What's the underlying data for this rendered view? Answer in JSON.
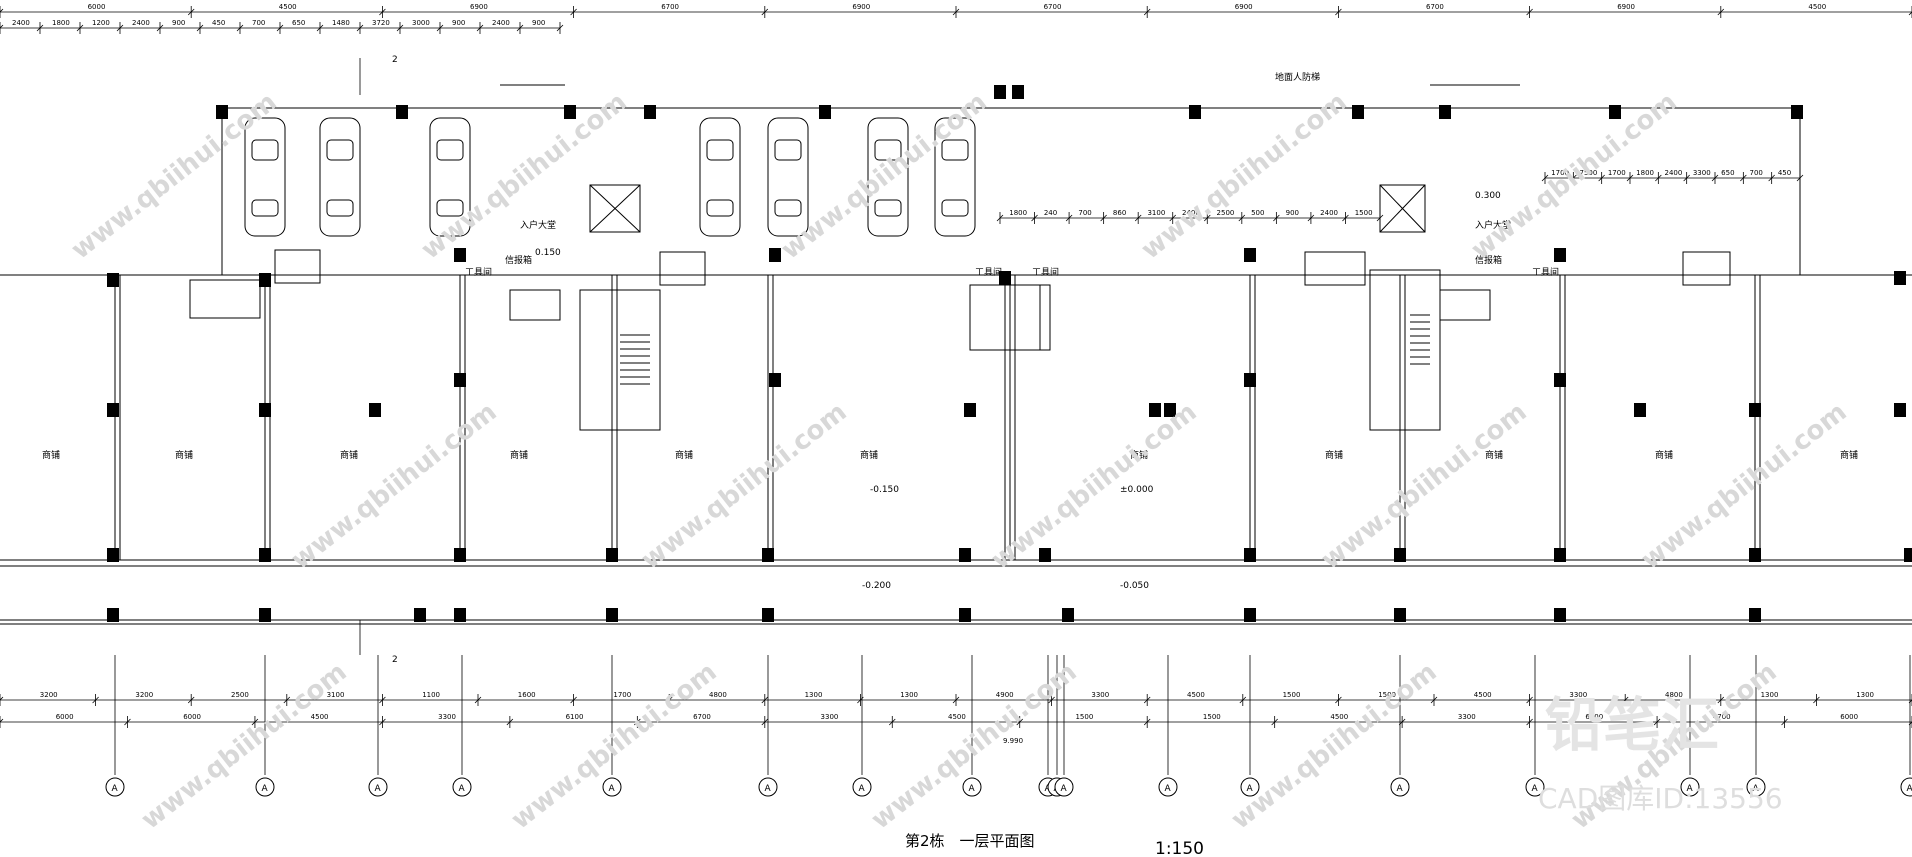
{
  "drawing": {
    "title": "第2栋　一层平面图",
    "scale": "1:150",
    "section_marker": "2",
    "axis_label": "A"
  },
  "top_dims_row1": [
    "6000",
    "4500",
    "6900",
    "6700",
    "6900",
    "6700",
    "6900",
    "6700",
    "6900",
    "4500"
  ],
  "top_dims_row2": [
    "2400",
    "1800",
    "1200",
    "2400",
    "900",
    "450",
    "700",
    "650",
    "1480",
    "3720",
    "3000",
    "900",
    "2400",
    "900"
  ],
  "right_dims_row": [
    "1700",
    "7500",
    "1700",
    "1800",
    "2400",
    "3300",
    "650",
    "700",
    "450"
  ],
  "middle_dims_row": [
    "1800",
    "240",
    "700",
    "860",
    "3100",
    "2400",
    "2500",
    "500",
    "900",
    "2400",
    "1500"
  ],
  "bottom_dims_row1": [
    "3200",
    "3200",
    "2500",
    "3100",
    "1100",
    "1600",
    "1700",
    "4800",
    "1300",
    "1300",
    "4900",
    "3300",
    "4500",
    "1500",
    "1500",
    "4500",
    "3300",
    "4800",
    "1300",
    "1300"
  ],
  "bottom_dims_row2": [
    "6000",
    "6000",
    "4500",
    "3300",
    "6100",
    "6700",
    "3300",
    "4500",
    "1500",
    "1500",
    "4500",
    "3300",
    "6100",
    "4700",
    "6000"
  ],
  "total_dim": "9.990",
  "rooms": {
    "shop": "商铺",
    "lobby": "入户大堂",
    "tool_room": "工具间",
    "mail_room": "信报箱",
    "fire_stair": "地面人防梯"
  },
  "elevations": [
    "0.150",
    "-0.150",
    "±0.000",
    "-0.200",
    "-0.050",
    "0.300"
  ],
  "watermark": "www.qbiihui.com",
  "brand": {
    "logo": "铅笔汇",
    "caption": "CAD图库ID:13556"
  }
}
